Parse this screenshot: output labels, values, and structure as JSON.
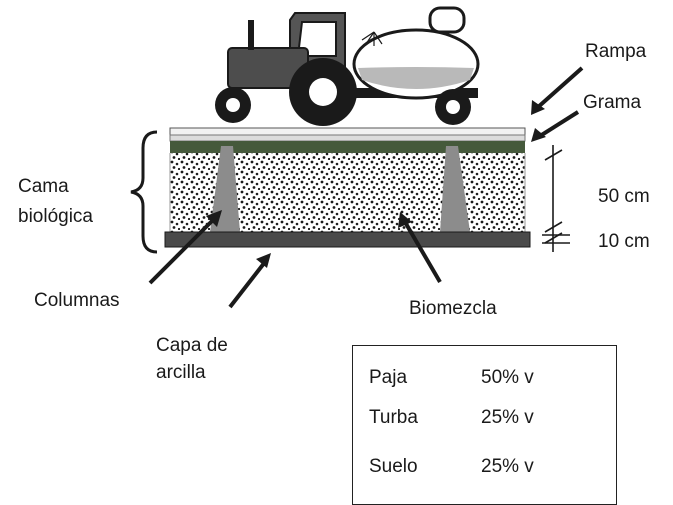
{
  "labels": {
    "rampa": "Rampa",
    "grama": "Grama",
    "cama_line1": "Cama",
    "cama_line2": "biológica",
    "height_top": "50 cm",
    "height_bottom": "10 cm",
    "columnas": "Columnas",
    "biomezcla": "Biomezcla",
    "capa_line1": "Capa de",
    "capa_line2": "arcilla"
  },
  "composition": [
    {
      "name": "Paja",
      "value": "50% v"
    },
    {
      "name": "Turba",
      "value": "25% v"
    },
    {
      "name": "Suelo",
      "value": "25% v"
    }
  ]
}
